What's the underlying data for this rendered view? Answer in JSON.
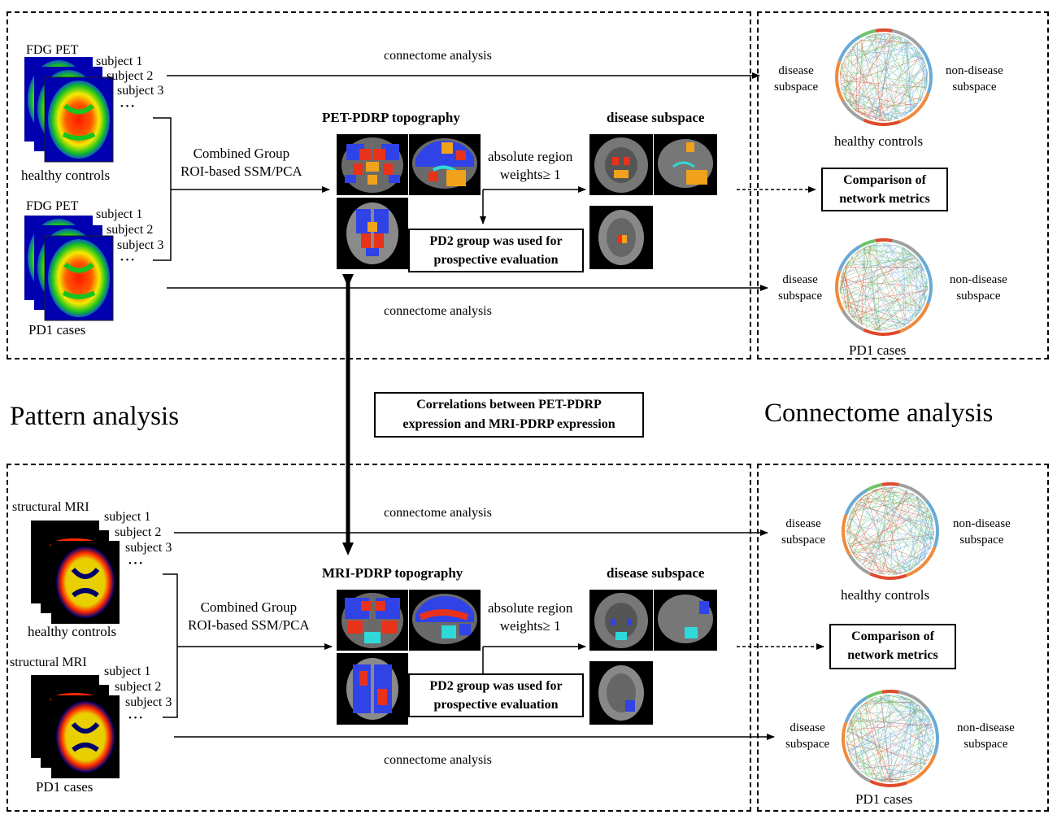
{
  "sections": {
    "pattern_title": "Pattern analysis",
    "connectome_title": "Connectome analysis"
  },
  "top": {
    "hc_modality": "FDG PET",
    "hc_subjects": [
      "subject 1",
      "subject 2",
      "subject 3"
    ],
    "hc_ellipsis": "• • •",
    "hc_group": "healthy controls",
    "pd_modality": "FDG PET",
    "pd_subjects": [
      "subject 1",
      "subject 2",
      "subject 3"
    ],
    "pd_ellipsis": "• • •",
    "pd_group": "PD1 cases",
    "method_line1": "Combined Group",
    "method_line2": "ROI-based SSM/PCA",
    "topography_title": "PET-PDRP topography",
    "subspace_title": "disease subspace",
    "weights_line1": "absolute region",
    "weights_line2": "weights≥ 1",
    "pd2_line1": "PD2 group was used for",
    "pd2_line2": "prospective evaluation",
    "connectome_upper": "connectome analysis",
    "connectome_lower": "connectome analysis",
    "compare_line1": "Comparison of",
    "compare_line2": "network metrics",
    "circ1_left1": "disease",
    "circ1_left2": "subspace",
    "circ1_right1": "non-disease",
    "circ1_right2": "subspace",
    "circ1_caption": "healthy controls",
    "circ2_left1": "disease",
    "circ2_left2": "subspace",
    "circ2_right1": "non-disease",
    "circ2_right2": "subspace",
    "circ2_caption": "PD1 cases"
  },
  "middle": {
    "corr_line1": "Correlations between PET-PDRP",
    "corr_line2": "expression and MRI-PDRP expression"
  },
  "bottom": {
    "hc_modality": "structural MRI",
    "hc_subjects": [
      "subject 1",
      "subject 2",
      "subject 3"
    ],
    "hc_ellipsis": "• • •",
    "hc_group": "healthy controls",
    "pd_modality": "structural MRI",
    "pd_subjects": [
      "subject 1",
      "subject 2",
      "subject 3"
    ],
    "pd_ellipsis": "• • •",
    "pd_group": "PD1 cases",
    "method_line1": "Combined Group",
    "method_line2": "ROI-based SSM/PCA",
    "topography_title": "MRI-PDRP topography",
    "subspace_title": "disease subspace",
    "weights_line1": "absolute region",
    "weights_line2": "weights≥ 1",
    "pd2_line1": "PD2 group was used for",
    "pd2_line2": "prospective evaluation",
    "connectome_upper": "connectome analysis",
    "connectome_lower": "connectome analysis",
    "compare_line1": "Comparison of",
    "compare_line2": "network metrics",
    "circ1_left1": "disease",
    "circ1_left2": "subspace",
    "circ1_right1": "non-disease",
    "circ1_right2": "subspace",
    "circ1_caption": "healthy controls",
    "circ2_left1": "disease",
    "circ2_left2": "subspace",
    "circ2_right1": "non-disease",
    "circ2_right2": "subspace",
    "circ2_caption": "PD1 cases"
  },
  "colors": {
    "pet_hot": "#ff1a00",
    "pet_mid": "#f5ea00",
    "pet_cool": "#19c31f",
    "pet_cold": "#0a2eff",
    "mri_bg": "#00006a",
    "mri_wm": "#e8cf00",
    "mri_gm": "#ff2a00",
    "roi_red": "#e8321a",
    "roi_blue": "#2f43e6",
    "roi_orange": "#f0a21c",
    "roi_cyan": "#2fd9d9",
    "circ_green": "#6ec46a",
    "circ_blue": "#6aaad6",
    "circ_red": "#e04a2c",
    "circ_orange": "#f08a3c",
    "circ_gray": "#a0a0a0"
  }
}
